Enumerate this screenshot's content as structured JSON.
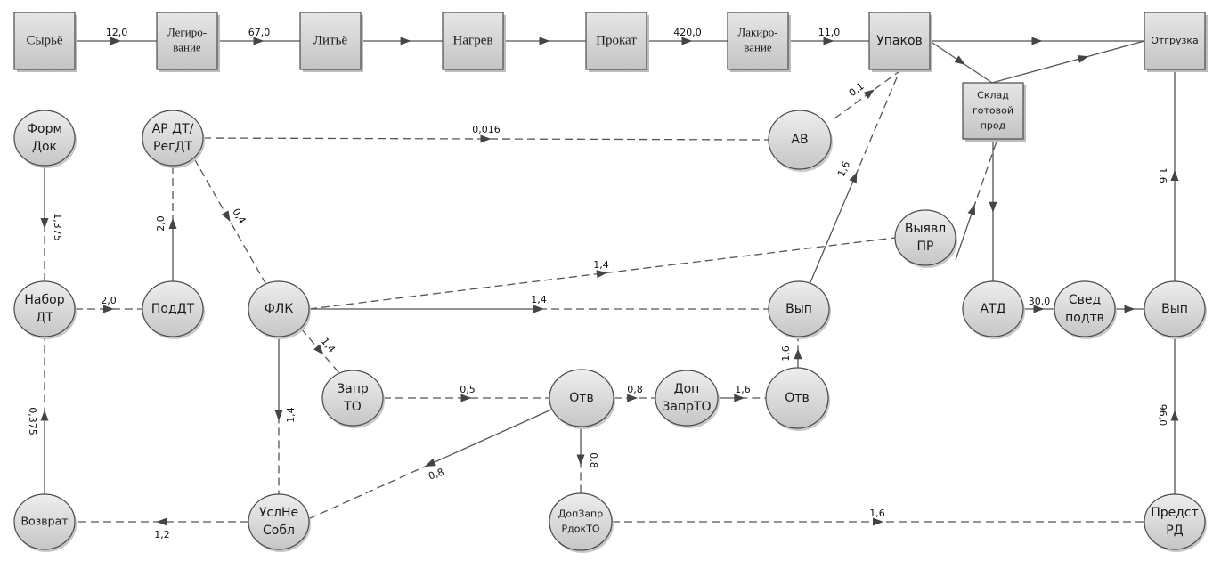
{
  "nodes": {
    "raw": {
      "lines": [
        "Сырьё"
      ]
    },
    "alloying": {
      "lines": [
        "Легиро-",
        "вание"
      ]
    },
    "casting": {
      "lines": [
        "Литьё"
      ]
    },
    "heating": {
      "lines": [
        "Нагрев"
      ]
    },
    "rolling": {
      "lines": [
        "Прокат"
      ]
    },
    "lacquering": {
      "lines": [
        "Лакиро-",
        "вание"
      ]
    },
    "packing": {
      "lines": [
        "Упаков"
      ]
    },
    "shipping": {
      "lines": [
        "Отгрузка"
      ]
    },
    "warehouse": {
      "lines": [
        "Склад",
        "готовой",
        "прод"
      ]
    },
    "form_doc": {
      "lines": [
        "Форм",
        "Док"
      ]
    },
    "ar_dt": {
      "lines": [
        "АР ДТ/",
        "РегДТ"
      ]
    },
    "av": {
      "lines": [
        "АВ"
      ]
    },
    "reveal_pr": {
      "lines": [
        "Выявл",
        "ПР"
      ]
    },
    "set_dt": {
      "lines": [
        "Набор",
        "ДТ"
      ]
    },
    "pod_dt": {
      "lines": [
        "ПодДТ"
      ]
    },
    "flk": {
      "lines": [
        "ФЛК"
      ]
    },
    "vyp_mid": {
      "lines": [
        "Вып"
      ]
    },
    "atd": {
      "lines": [
        "АТД"
      ]
    },
    "sved": {
      "lines": [
        "Свед",
        "подтв"
      ]
    },
    "vyp_right": {
      "lines": [
        "Вып"
      ]
    },
    "zapr_to": {
      "lines": [
        "Запр",
        "ТО"
      ]
    },
    "otv1": {
      "lines": [
        "Отв"
      ]
    },
    "dop_zapr_to": {
      "lines": [
        "Доп",
        "ЗапрТО"
      ]
    },
    "otv2": {
      "lines": [
        "Отв"
      ]
    },
    "vozvrat": {
      "lines": [
        "Возврат"
      ]
    },
    "usl_ne_sobl": {
      "lines": [
        "УслНе",
        "Собл"
      ]
    },
    "dop_zapr_rdok": {
      "lines": [
        "ДопЗапр",
        "РдокТО"
      ]
    },
    "predst_rd": {
      "lines": [
        "Предст",
        "РД"
      ]
    }
  },
  "edges": [
    {
      "id": "e1",
      "from": "raw",
      "to": "alloying",
      "label": "12,0",
      "style": "solid"
    },
    {
      "id": "e2",
      "from": "alloying",
      "to": "casting",
      "label": "67,0",
      "style": "solid"
    },
    {
      "id": "e3",
      "from": "casting",
      "to": "heating",
      "label": "",
      "style": "solid"
    },
    {
      "id": "e4",
      "from": "heating",
      "to": "rolling",
      "label": "",
      "style": "solid"
    },
    {
      "id": "e5",
      "from": "rolling",
      "to": "lacquering",
      "label": "420,0",
      "style": "solid"
    },
    {
      "id": "e6",
      "from": "lacquering",
      "to": "packing",
      "label": "11,0",
      "style": "solid"
    },
    {
      "id": "e7",
      "from": "packing",
      "to": "shipping",
      "label": "",
      "style": "solid"
    },
    {
      "id": "e8",
      "from": "packing",
      "to": "warehouse",
      "label": "",
      "style": "solid"
    },
    {
      "id": "e9",
      "from": "warehouse",
      "to": "shipping",
      "label": "",
      "style": "solid"
    },
    {
      "id": "e10",
      "from": "av",
      "to": "packing",
      "label": "0,1",
      "style": "dashed"
    },
    {
      "id": "e11",
      "from": "vyp_mid",
      "to": "packing",
      "label": "1,6",
      "style": "mixed"
    },
    {
      "id": "e12",
      "from": "ar_dt",
      "to": "av",
      "label": "0,016",
      "style": "dashed"
    },
    {
      "id": "e13",
      "from": "form_doc",
      "to": "set_dt",
      "label": "1,375",
      "style": "mixed"
    },
    {
      "id": "e14",
      "from": "pod_dt",
      "to": "ar_dt",
      "label": "2,0",
      "style": "mixed"
    },
    {
      "id": "e15",
      "from": "ar_dt",
      "to": "flk",
      "label": "0,4",
      "style": "dashed"
    },
    {
      "id": "e16",
      "from": "set_dt",
      "to": "pod_dt",
      "label": "2,0",
      "style": "dashed"
    },
    {
      "id": "e17",
      "from": "flk",
      "to": "reveal_pr",
      "label": "1,4",
      "style": "dashed"
    },
    {
      "id": "e18",
      "from": "flk",
      "to": "vyp_mid",
      "label": "1,4",
      "style": "mixed"
    },
    {
      "id": "e19",
      "from": "reveal_pr",
      "to": "warehouse",
      "label": "",
      "style": "mixed"
    },
    {
      "id": "e20",
      "from": "warehouse",
      "to": "atd",
      "label": "",
      "style": "solid"
    },
    {
      "id": "e21",
      "from": "atd",
      "to": "sved",
      "label": "30,0",
      "style": "solid"
    },
    {
      "id": "e22",
      "from": "sved",
      "to": "vyp_right",
      "label": "",
      "style": "solid"
    },
    {
      "id": "e23",
      "from": "vyp_right",
      "to": "shipping",
      "label": "1,6",
      "style": "solid"
    },
    {
      "id": "e24",
      "from": "flk",
      "to": "zapr_to",
      "label": "1,4",
      "style": "dashed"
    },
    {
      "id": "e25",
      "from": "flk",
      "to": "usl_ne_sobl",
      "label": "1,4",
      "style": "mixed"
    },
    {
      "id": "e26",
      "from": "zapr_to",
      "to": "otv1",
      "label": "0,5",
      "style": "dashed"
    },
    {
      "id": "e27",
      "from": "otv1",
      "to": "dop_zapr_to",
      "label": "0,8",
      "style": "dashed"
    },
    {
      "id": "e28",
      "from": "dop_zapr_to",
      "to": "otv2",
      "label": "1,6",
      "style": "mixed"
    },
    {
      "id": "e29",
      "from": "otv2",
      "to": "vyp_mid",
      "label": "1,6",
      "style": "mixed"
    },
    {
      "id": "e30",
      "from": "otv1",
      "to": "usl_ne_sobl",
      "label": "0,8",
      "style": "mixed"
    },
    {
      "id": "e31",
      "from": "otv1",
      "to": "dop_zapr_rdok",
      "label": "0,8",
      "style": "mixed"
    },
    {
      "id": "e32",
      "from": "usl_ne_sobl",
      "to": "vozvrat",
      "label": "1,2",
      "style": "dashed"
    },
    {
      "id": "e33",
      "from": "vozvrat",
      "to": "set_dt",
      "label": "0,375",
      "style": "mixed"
    },
    {
      "id": "e34",
      "from": "dop_zapr_rdok",
      "to": "predst_rd",
      "label": "1,6",
      "style": "dashed"
    },
    {
      "id": "e35",
      "from": "predst_rd",
      "to": "vyp_right",
      "label": "96,0",
      "style": "solid"
    }
  ]
}
